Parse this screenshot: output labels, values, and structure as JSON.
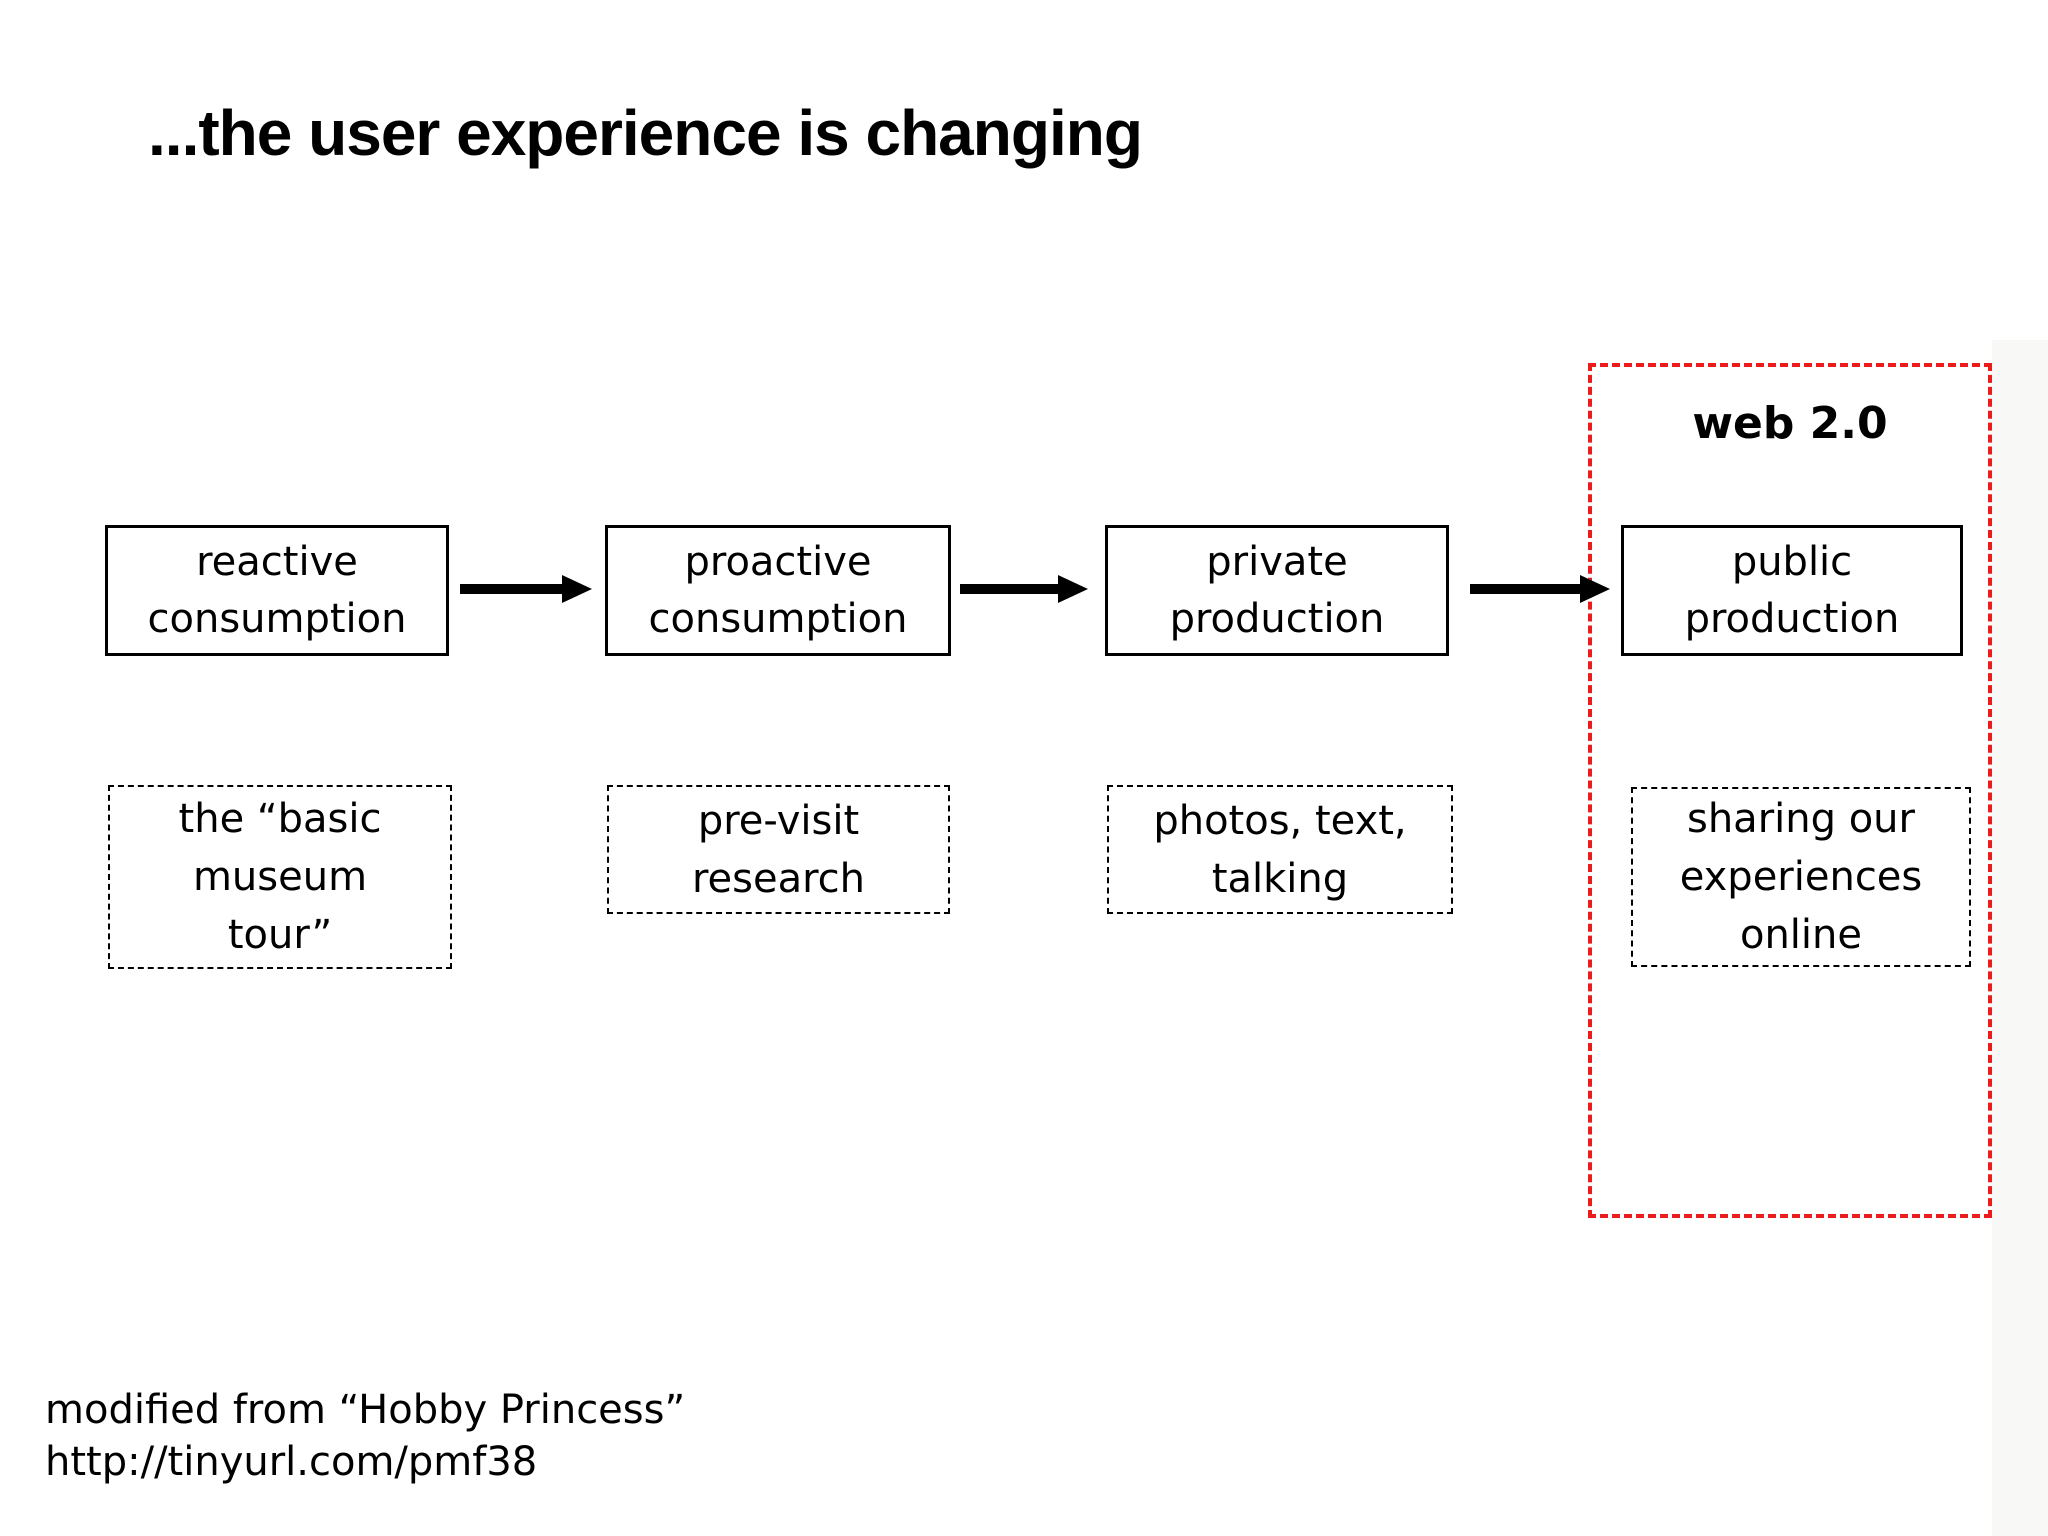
{
  "slide": {
    "title": "...the user experience is changing",
    "web2_group_label": "web 2.0",
    "footer": {
      "credit": "modified from “Hobby Princess”",
      "url": "http://tinyurl.com/pmf38"
    }
  },
  "flow": {
    "stages": [
      {
        "id": "reactive-consumption",
        "box_label": "reactive\nconsumption",
        "note_label": "the “basic\nmuseum\ntour”"
      },
      {
        "id": "proactive-consumption",
        "box_label": "proactive\nconsumption",
        "note_label": "pre-visit\nresearch"
      },
      {
        "id": "private-production",
        "box_label": "private\nproduction",
        "note_label": "photos, text,\ntalking"
      },
      {
        "id": "public-production",
        "box_label": "public\nproduction",
        "note_label": "sharing our\nexperiences\nonline"
      }
    ]
  },
  "colors": {
    "background": "#ffffff",
    "text": "#000000",
    "box_border": "#000000",
    "web2_outline": "#ed1c1c"
  }
}
